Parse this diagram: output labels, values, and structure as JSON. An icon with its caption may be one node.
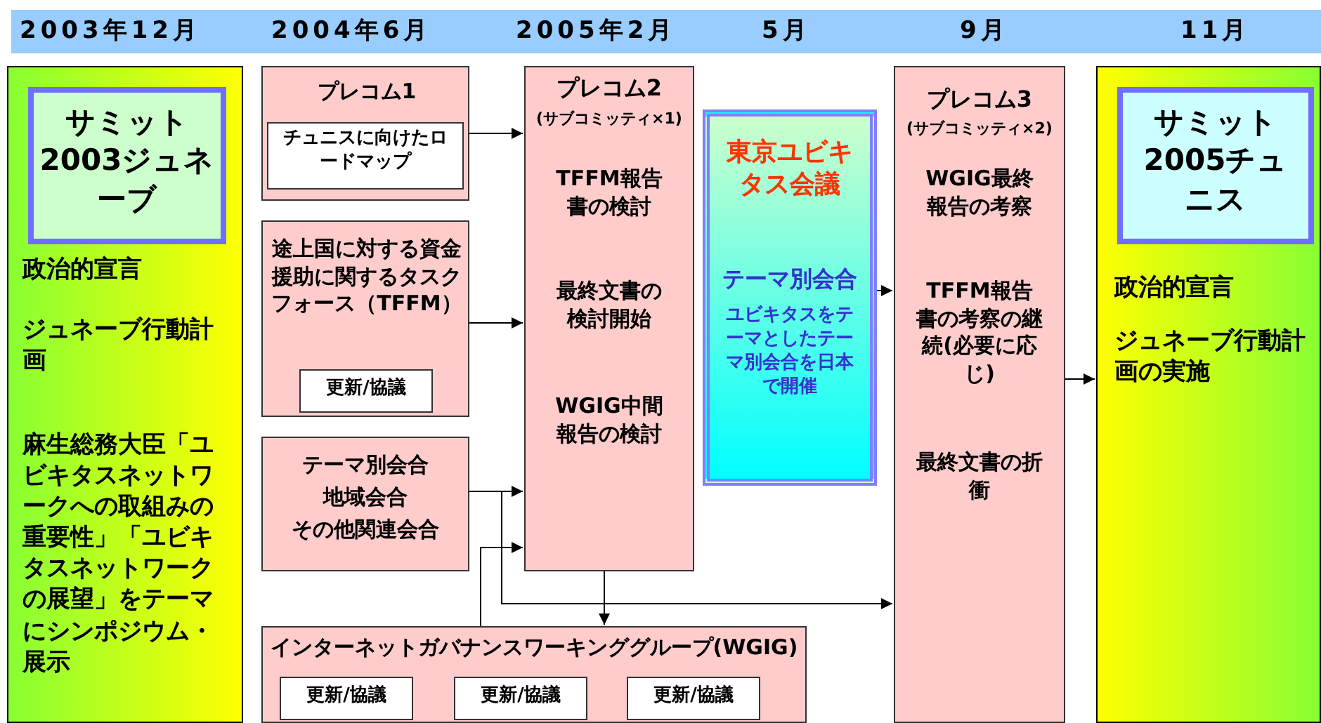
{
  "diagram": {
    "nodes": [
      {
        "text": [
          "政治的宣言",
          "ジュネーブ行動計画",
          "麻生総務大臣「ユビキタスネットワークへの取組みの重要性」「ユビキタスネットワークの展望」をテーマにシンポジウム・展示"
        ]
      },
      {
        "text": [
          "サミット2003ジュネーブ"
        ],
        "in": 0
      },
      {
        "text": [
          "プレコム1"
        ]
      },
      {
        "text": [
          "チュニスに向けたロードマップ"
        ],
        "in": 2
      },
      {
        "text": [
          "途上国に対する資金援助に関するタスクフォース（TFFM）"
        ]
      },
      {
        "text": [
          "更新/協議"
        ],
        "in": 4
      },
      {
        "text": [
          "テーマ別会合",
          "地域会合",
          "その他関連会合"
        ]
      },
      {
        "text": [
          "プレコム2",
          "(サブコミッティ×1)",
          "TFFM報告書の検討",
          "最終文書の検討開始",
          "WGIG中間報告の検討"
        ]
      },
      {
        "text": [
          "東京ユビキタス会議",
          "テーマ別会合",
          "ユビキタスをテーマとしたテーマ別会合を日本で開催"
        ]
      },
      {
        "text": [
          "プレコム3",
          "(サブコミッティ×2)",
          "WGIG最終報告の考察",
          "TFFM報告書の考察の継続(必要に応じ)",
          "最終文書の折衝"
        ]
      },
      {
        "text": [
          "政治的宣言",
          "ジュネーブ行動計画の実施"
        ]
      },
      {
        "text": [
          "サミット2005チュニス"
        ],
        "in": 10
      },
      {
        "text": [
          "インターネットガバナンスワーキンググループ(WGIG)"
        ]
      },
      {
        "text": [
          "更新/協議"
        ],
        "in": 12
      },
      {
        "text": [
          "更新/協議"
        ],
        "in": 12
      },
      {
        "text": [
          "更新/協議"
        ],
        "in": 12
      }
    ],
    "edges": [
      {
        "from": 2,
        "to": 7,
        "arrow": "to"
      },
      {
        "from": 4,
        "to": 7,
        "arrow": "to"
      },
      {
        "from": 6,
        "to": 7,
        "arrow": "to"
      },
      {
        "from": 12,
        "to": 7,
        "arrow": "to"
      },
      {
        "from": 6,
        "to": 9,
        "arrow": "to"
      },
      {
        "from": 7,
        "to": 12,
        "arrow": "to"
      },
      {
        "from": 8,
        "to": 9,
        "arrow": "to"
      },
      {
        "from": 9,
        "to": 10,
        "arrow": "to"
      }
    ],
    "labels": [
      "2003年12月",
      "2004年6月",
      "2005年2月",
      "5月",
      "9月",
      "11月"
    ]
  }
}
